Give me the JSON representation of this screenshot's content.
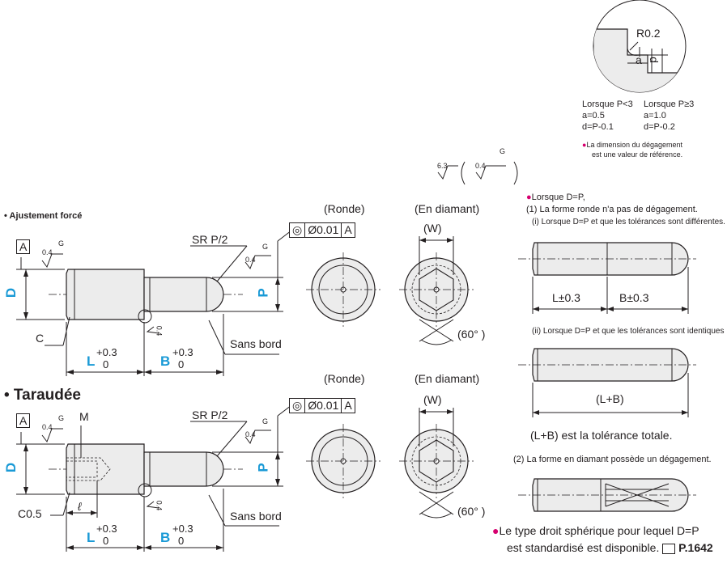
{
  "detail": {
    "radius": "R0.2",
    "a": "a",
    "d": "d",
    "col1": [
      "Lorsque P<3",
      "a=0.5",
      "d=P-0.1"
    ],
    "col2": [
      "Lorsque P≥3",
      "a=1.0",
      "d=P-0.2"
    ],
    "note1": "La dimension du dégagement",
    "note2": "est une valeur de référence."
  },
  "roughness": {
    "r63": "6.3",
    "r04": "0.4",
    "g": "G"
  },
  "sections": {
    "press_fit": "• Ajustement forcé",
    "tapped": "• Taraudée"
  },
  "labels": {
    "datum": "A",
    "d": "D",
    "p": "P",
    "l": "L",
    "b": "B",
    "tol_plus": "+0.3",
    "tol_zero": "0",
    "sr": "SR P/2",
    "sans_bord": "Sans bord",
    "c": "C",
    "c05": "C0.5",
    "m": "M",
    "ell": "ℓ",
    "conc": "Ø0.01",
    "conc_ref": "A",
    "ronde": "(Ronde)",
    "diamant": "(En diamant)",
    "w": "(W)",
    "angle": "(60° )"
  },
  "right": {
    "cond": "Lorsque D=P,",
    "r1": "(1) La forme ronde n'a pas de dégagement.",
    "r1i": "(i) Lorsque D=P et que les tolérances sont différentes.",
    "lt": "L±0.3",
    "bt": "B±0.3",
    "r1ii": "(ii) Lorsque D=P et que les tolérances sont identiques",
    "lb": "(L+B)",
    "total": "(L+B) est la tolérance totale.",
    "r2": "(2) La forme en diamant possède un dégagement.",
    "foot1": "Le type droit sphérique pour lequel D=P",
    "foot2": "est standardisé est disponible.",
    "page": "P.1642"
  }
}
